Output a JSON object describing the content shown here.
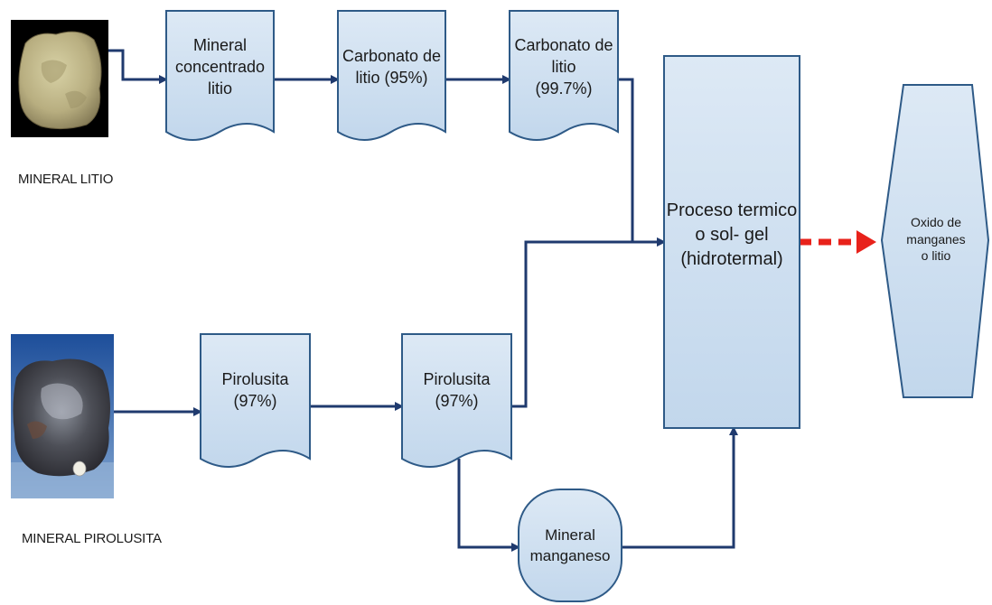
{
  "sources": {
    "lithium": {
      "caption": "MINERAL LITIO"
    },
    "pyrolusite": {
      "caption": "MINERAL PIROLUSITA"
    }
  },
  "nodes": {
    "n1": "Mineral\nconcentrado\nlitio",
    "n2": "Carbonato de\nlitio (95%)",
    "n3": "Carbonato de\nlitio\n(99.7%)",
    "n4": "Pirolusita\n(97%)",
    "n5": "Pirolusita\n(97%)",
    "n6": "Mineral\nmanganeso",
    "process": "Proceso termico\no sol- gel\n(hidrotermal)",
    "output": "Oxido de\nmanganes\no litio"
  },
  "colors": {
    "box_fill": "#c9dcee",
    "box_stroke": "#2e5a87",
    "arrow": "#1f3a6e",
    "dashed_arrow": "#e8221b"
  }
}
